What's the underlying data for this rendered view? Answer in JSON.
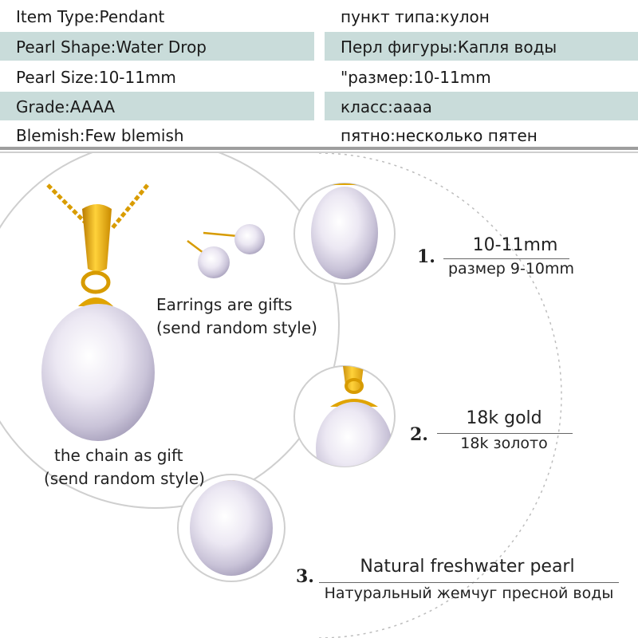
{
  "specs": [
    {
      "en": "Item Type:Pendant",
      "ru": "пункт типа:кулон"
    },
    {
      "en": "Pearl Shape:Water Drop",
      "ru": "Перл фигуры:Капля воды"
    },
    {
      "en": "Pearl Size:10-11mm",
      "ru": "\"размер:10-11mm"
    },
    {
      "en": "Grade:AAAA",
      "ru": "класс:аааа"
    },
    {
      "en": "Blemish:Few blemish",
      "ru": "пятно:несколько пятен"
    }
  ],
  "captions": {
    "earrings_line1": "Earrings are gifts",
    "earrings_line2": "(send random style)",
    "chain_line1": "the chain as gift",
    "chain_line2": "(send random style)"
  },
  "features": [
    {
      "number": "1.",
      "main": "10-11mm",
      "sub": "размер 9-10mm"
    },
    {
      "number": "2.",
      "main": "18k gold",
      "sub": "18k золото"
    },
    {
      "number": "3.",
      "main": "Natural freshwater pearl",
      "sub": "Натуральный жемчуг пресной воды"
    }
  ],
  "colors": {
    "row_shade": "#c9dcda",
    "gold": "#e6a700",
    "pearl": "#e9e4f0"
  }
}
